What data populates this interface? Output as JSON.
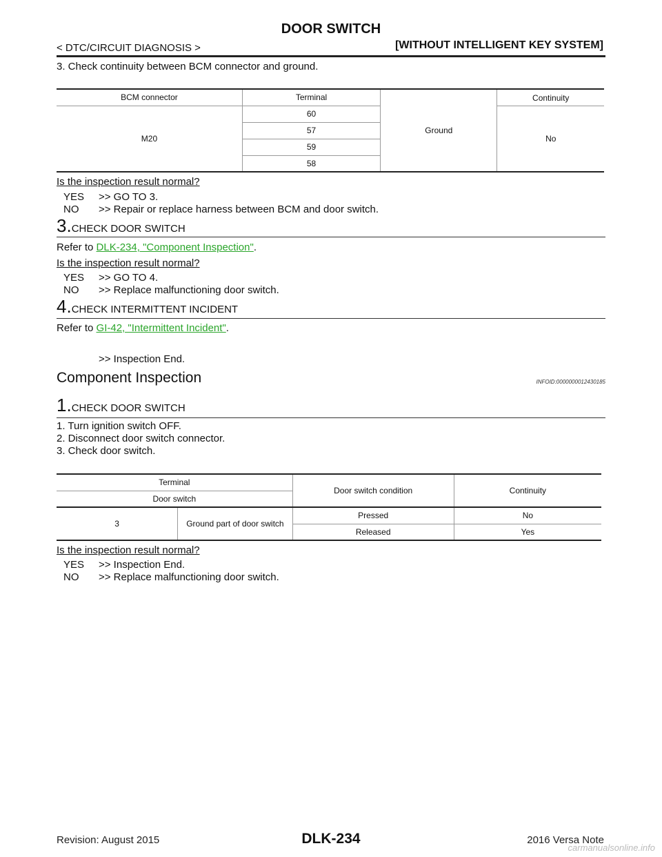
{
  "header": {
    "title": "DOOR SWITCH",
    "left": "< DTC/CIRCUIT DIAGNOSIS >",
    "right": "[WITHOUT INTELLIGENT KEY SYSTEM]"
  },
  "step2_3": {
    "text": "3.  Check continuity between BCM connector and ground."
  },
  "table1": {
    "headers": [
      "BCM connector",
      "Terminal",
      "Ground",
      "Continuity"
    ],
    "connector": "M20",
    "terminals": [
      "60",
      "57",
      "59",
      "58"
    ],
    "ground": "Ground",
    "continuity": "No"
  },
  "q1": {
    "question": "Is the inspection result normal?",
    "yes_key": "YES",
    "yes_text": ">> GO TO 3.",
    "no_key": "NO",
    "no_text": ">> Repair or replace harness between BCM and door switch."
  },
  "step3": {
    "num": "3.",
    "title": "CHECK DOOR SWITCH",
    "refer_prefix": "Refer to ",
    "link": "DLK-234, \"Component Inspection\"",
    "refer_suffix": ".",
    "question": "Is the inspection result normal?",
    "yes_key": "YES",
    "yes_text": ">> GO TO 4.",
    "no_key": "NO",
    "no_text": ">> Replace malfunctioning door switch."
  },
  "step4": {
    "num": "4.",
    "title": "CHECK INTERMITTENT INCIDENT",
    "refer_prefix": "Refer to ",
    "link": "GI-42, \"Intermittent Incident\"",
    "refer_suffix": ".",
    "end": ">> Inspection End."
  },
  "component": {
    "title": "Component Inspection",
    "infoid": "INFOID:0000000012430185",
    "step_num": "1.",
    "step_title": "CHECK DOOR SWITCH",
    "items": [
      "1.  Turn ignition switch OFF.",
      "2.  Disconnect door switch connector.",
      "3.  Check door switch."
    ]
  },
  "table2": {
    "terminal_header": "Terminal",
    "door_switch_header": "Door switch",
    "condition_header": "Door switch condition",
    "continuity_header": "Continuity",
    "terminal": "3",
    "ground_part": "Ground part of door switch",
    "rows": [
      {
        "condition": "Pressed",
        "continuity": "No"
      },
      {
        "condition": "Released",
        "continuity": "Yes"
      }
    ]
  },
  "q2": {
    "question": "Is the inspection result normal?",
    "yes_key": "YES",
    "yes_text": ">> Inspection End.",
    "no_key": "NO",
    "no_text": ">> Replace malfunctioning door switch."
  },
  "footer": {
    "revision": "Revision: August 2015",
    "page": "DLK-234",
    "model": "2016 Versa Note",
    "watermark": "carmanualsonline.info"
  }
}
